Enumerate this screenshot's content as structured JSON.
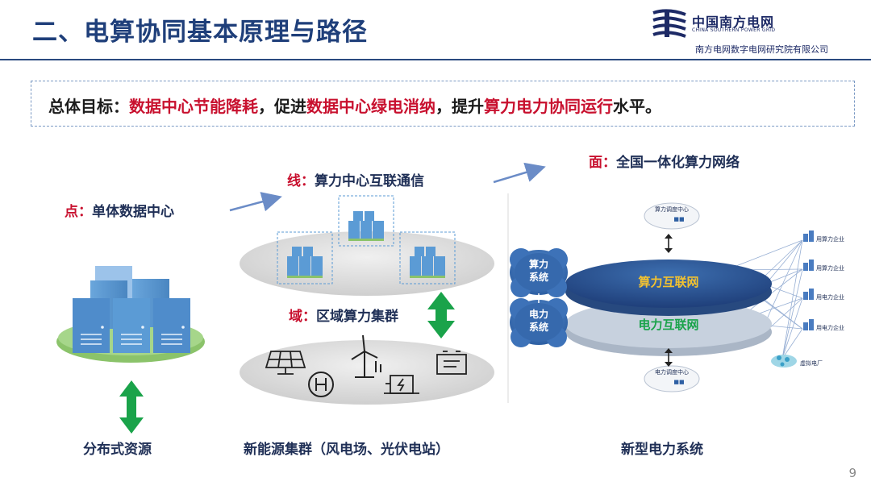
{
  "header": {
    "title": "二、电算协同基本原理与路径",
    "logo_cn": "中国南方电网",
    "logo_en": "CHINA SOUTHERN POWER GRID",
    "logo_sub": "南方电网数字电网研究院有限公司"
  },
  "goal": {
    "prefix": "总体目标：",
    "h1": "数据中心节能降耗",
    "mid1": "，促进",
    "h2": "数据中心绿电消纳",
    "mid2": "，提升",
    "h3": "算力电力协同运行",
    "suffix": "水平。"
  },
  "labels": {
    "point_prefix": "点：",
    "point_text": "单体数据中心",
    "line_prefix": "线：",
    "line_text": "算力中心互联通信",
    "domain_prefix": "域：",
    "domain_text": "区域算力集群",
    "face_prefix": "面：",
    "face_text": "全国一体化算力网络"
  },
  "network": {
    "compute_dispatch": "算力调度中心",
    "power_dispatch": "电力调度中心",
    "compute_system": [
      "算力",
      "系统"
    ],
    "power_system": [
      "电力",
      "系统"
    ],
    "compute_net": "算力互联网",
    "power_net": "电力互联网",
    "consumers": [
      "用算力企业",
      "用算力企业",
      "用电力企业",
      "用电力企业"
    ],
    "vpp": "虚拟电厂"
  },
  "captions": {
    "left": "分布式资源",
    "middle": "新能源集群（风电场、光伏电站）",
    "right": "新型电力系统"
  },
  "page_number": "9",
  "colors": {
    "title": "#1f3f7a",
    "highlight": "#c8102e",
    "server": "#5b9bd5",
    "arrow_green": "#1aa34a",
    "compute_net_text": "#f2c230",
    "power_net_text": "#1aa34a"
  }
}
